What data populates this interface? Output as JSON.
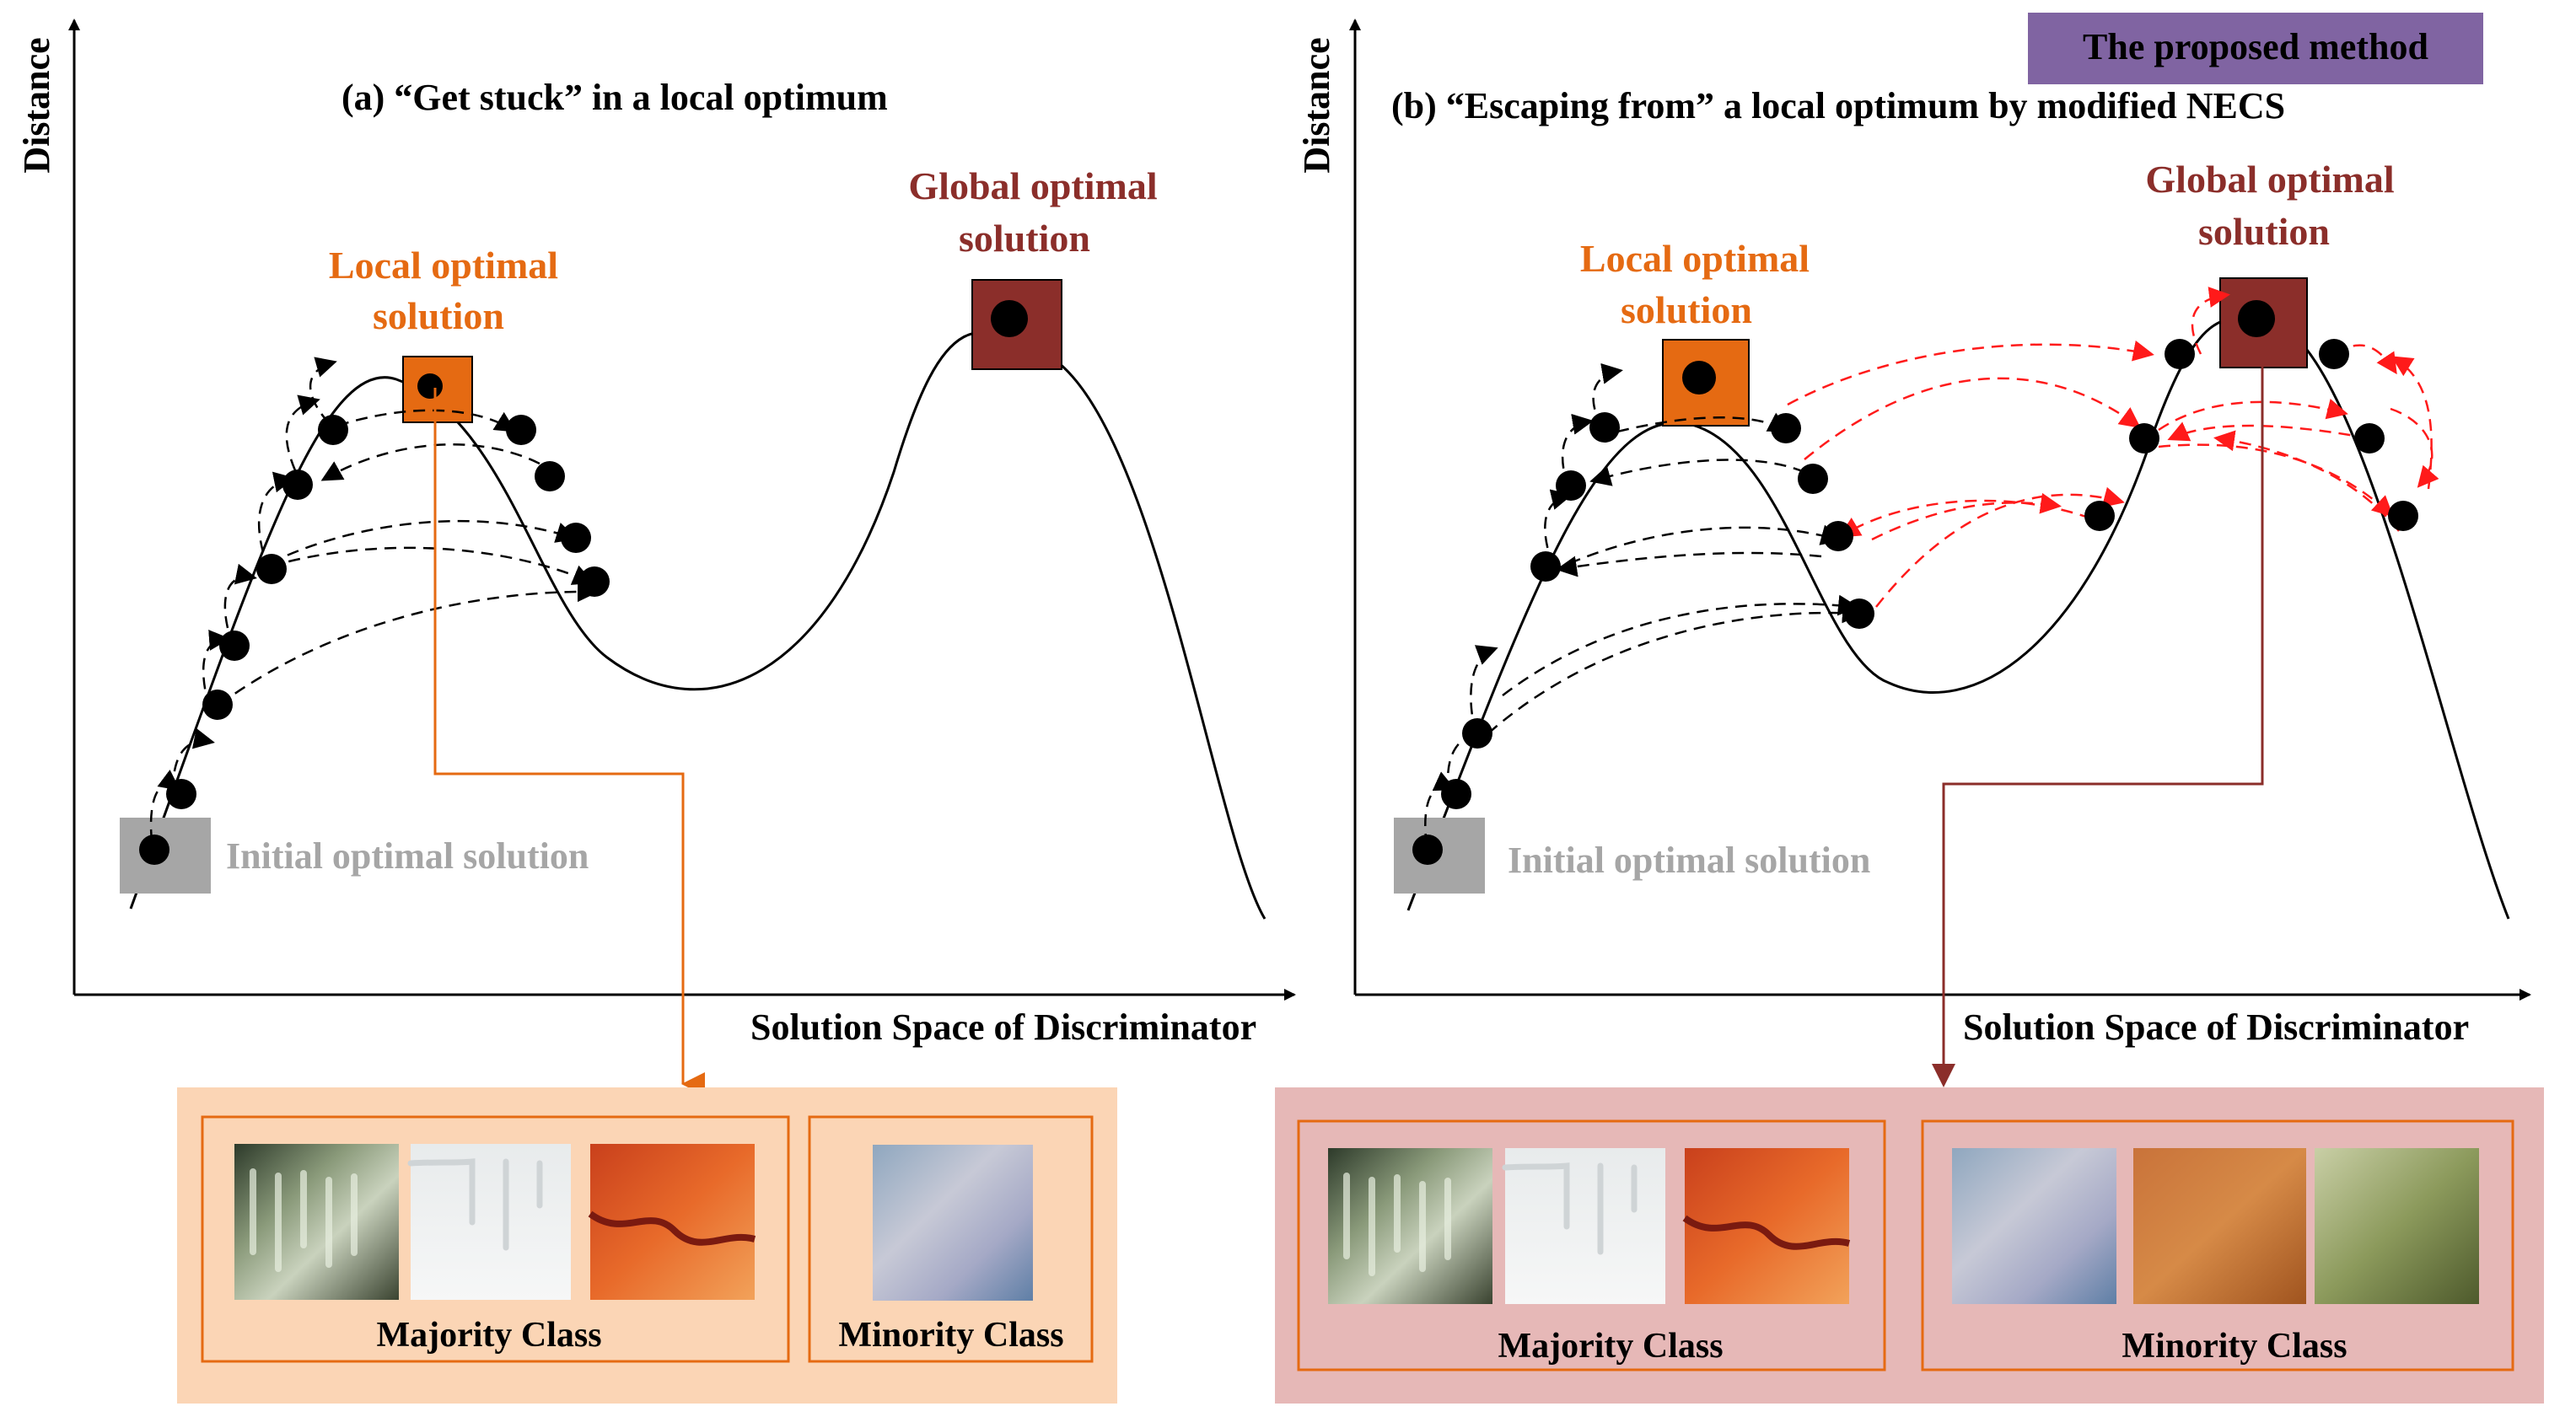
{
  "panel_a": {
    "title": "(a)  “Get stuck” in a local optimum",
    "y_axis_label": "Distance",
    "x_axis_label": "Solution Space of Discriminator",
    "local_label_line1": "Local optimal",
    "local_label_line2": "solution",
    "global_label_line1": "Global optimal",
    "global_label_line2": "solution",
    "initial_label": "Initial optimal solution",
    "majority_label": "Majority Class",
    "minority_label": "Minority Class"
  },
  "panel_b": {
    "badge": "The proposed method",
    "title": "(b)  “Escaping from” a local optimum by modified NECS",
    "y_axis_label": "Distance",
    "x_axis_label": "Solution Space of Discriminator",
    "local_label_line1": "Local optimal",
    "local_label_line2": "solution",
    "global_label_line1": "Global optimal",
    "global_label_line2": "solution",
    "initial_label": "Initial optimal solution",
    "majority_label": "Majority Class",
    "minority_label": "Minority Class"
  },
  "colors": {
    "local": "#e56a12",
    "global": "#8b2e2a",
    "initial": "#a6a6a6",
    "badge": "#8064a2",
    "box_a": "#fbd5b5",
    "box_b": "#e6b8b7",
    "red_arrow": "#ff1a1a"
  },
  "thumbnails": {
    "a_majority": [
      "glass-drip-green",
      "white-drip",
      "red-orange-wave"
    ],
    "a_minority": [
      "blue-textured-glass"
    ],
    "b_majority": [
      "glass-drip-green",
      "white-drip",
      "red-orange-wave"
    ],
    "b_minority": [
      "blue-textured-glass",
      "brown-texture",
      "green-texture"
    ]
  }
}
